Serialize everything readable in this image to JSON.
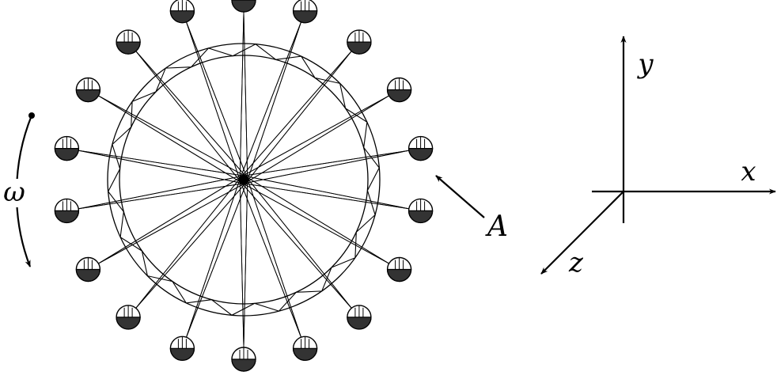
{
  "diagram": {
    "gondola_count": 18,
    "spoke_count": 18,
    "rotation_label": "ω",
    "marked_gondola_label": "A",
    "axes": {
      "x_label": "x",
      "y_label": "y",
      "z_label": "z"
    },
    "colors": {
      "ink": "#000000",
      "gondola_fill": "#333333",
      "background": "#ffffff"
    }
  }
}
